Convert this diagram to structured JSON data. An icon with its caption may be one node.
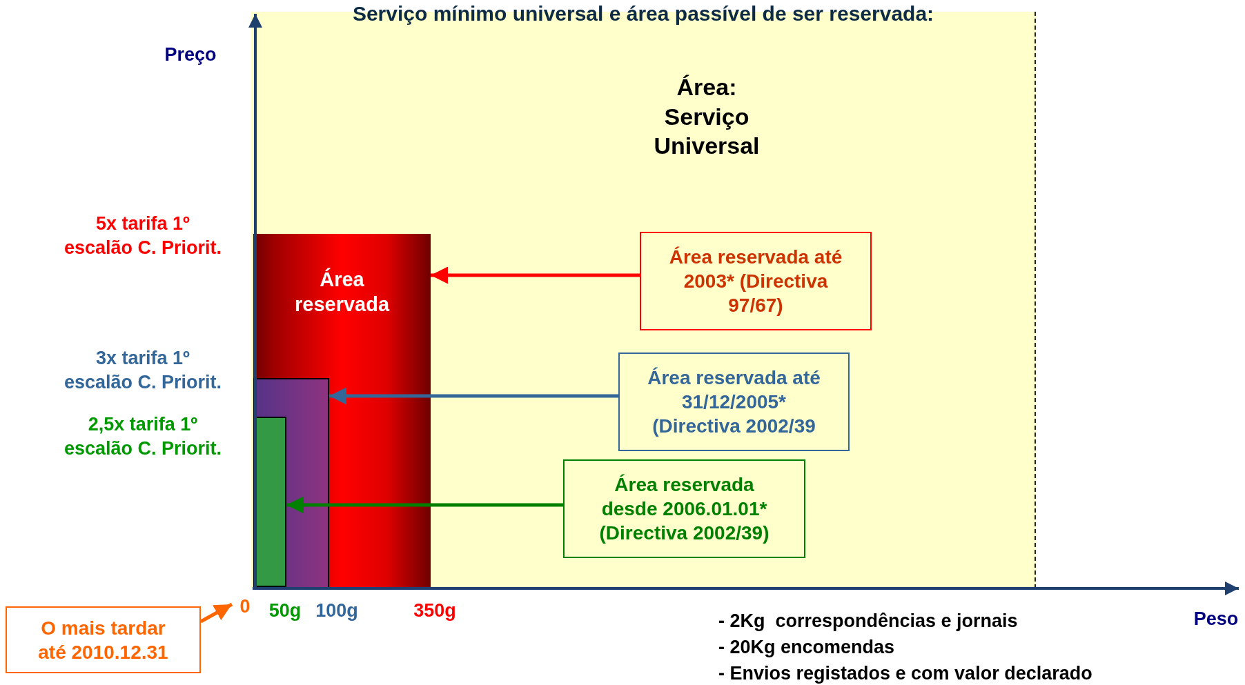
{
  "diagram": {
    "title": "Serviço mínimo universal e área passível de ser reservada:",
    "nodes": [
      {
        "text": [
          "Área: Serviço Universal"
        ]
      },
      {
        "text": [
          "Área reservada"
        ],
        "in": 0
      },
      {
        "text": [],
        "shape": "box",
        "in": 1
      },
      {
        "text": [],
        "shape": "box",
        "in": 2
      },
      {
        "text": [
          "Área reservada até 2003* (Directiva 97/67)"
        ],
        "in": 0
      },
      {
        "text": [
          "Área reservada até 31/12/2005* (Directiva 2002/39"
        ],
        "in": 0
      },
      {
        "text": [
          "Área reservada desde 2006.01.01* (Directiva 2002/39)"
        ],
        "in": 0
      },
      {
        "text": [
          "O  mais tardar até 2010.12.31"
        ]
      },
      {
        "text": [
          "0"
        ]
      }
    ],
    "edges": [
      {
        "from": 4,
        "to": 1,
        "arrow": "to",
        "color": "#ff0000"
      },
      {
        "from": 5,
        "to": 2,
        "arrow": "to",
        "color": "#336699"
      },
      {
        "from": 6,
        "to": 3,
        "arrow": "to",
        "color": "#008000"
      },
      {
        "from": 7,
        "to": 8,
        "arrow": "to",
        "color": "#ff6600"
      }
    ],
    "labels": [
      "Preço",
      "5x tarifa 1º escalão C. Priorit.",
      "3x tarifa 1º escalão C. Priorit.",
      "2,5x tarifa 1º escalão C. Priorit.",
      "50g",
      "100g",
      "350g",
      "- 2Kg  correspondências e jornais",
      "- 20Kg encomendas",
      "- Envios registados e com valor declarado",
      "Peso"
    ]
  }
}
